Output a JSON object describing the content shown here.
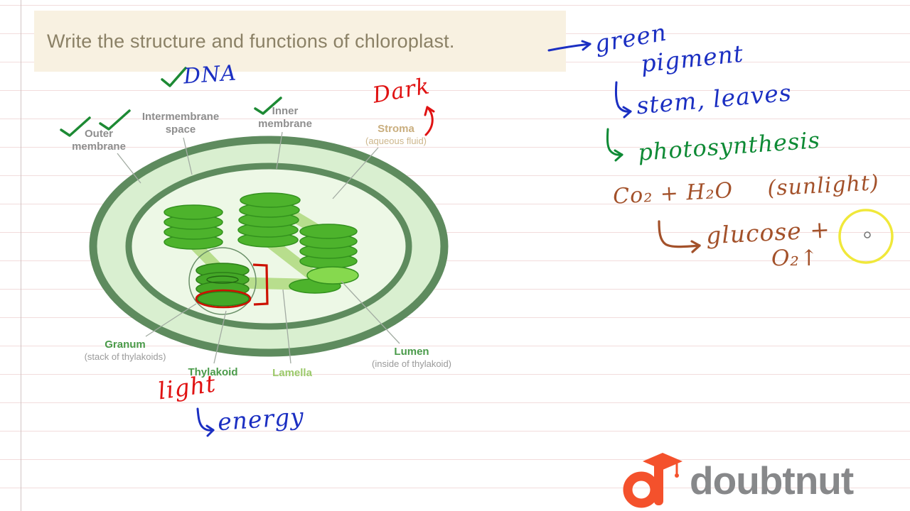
{
  "question": {
    "text": "Write the structure and functions of chloroplast."
  },
  "diagram": {
    "labels": {
      "outer_membrane": "Outer membrane",
      "intermembrane_space": "Intermembrane space",
      "inner_membrane": "Inner membrane",
      "stroma": "Stroma",
      "stroma_sub": "(aqueous fluid)",
      "granum": "Granum",
      "granum_sub": "(stack of thylakoids)",
      "thylakoid": "Thylakoid",
      "lamella": "Lamella",
      "lumen": "Lumen",
      "lumen_sub": "(inside of thylakoid)"
    }
  },
  "annotations": {
    "dna": "DNA",
    "dark": "Dark",
    "green_pigment_line1": "green",
    "green_pigment_line2": "pigment",
    "stem_leaves": "stem, leaves",
    "photosynthesis": "photosynthesis",
    "equation": "Co₂ + H₂O",
    "sunlight": "(sunlight)",
    "glucose": "glucose +",
    "oxygen": "O₂↑",
    "light": "light",
    "energy": "energy"
  },
  "logo": {
    "brand": "doubtnut"
  },
  "colors": {
    "handwriting_blue": "#1b2fc2",
    "handwriting_green": "#0e8a35",
    "handwriting_red": "#e01212",
    "handwriting_brown": "#a3512a",
    "highlight_yellow": "#f0e83a",
    "brand_orange": "#f4512c",
    "grana_green": "#4db32c",
    "membrane_green": "#5e8b5e",
    "banner_background": "#f8f1e1"
  }
}
